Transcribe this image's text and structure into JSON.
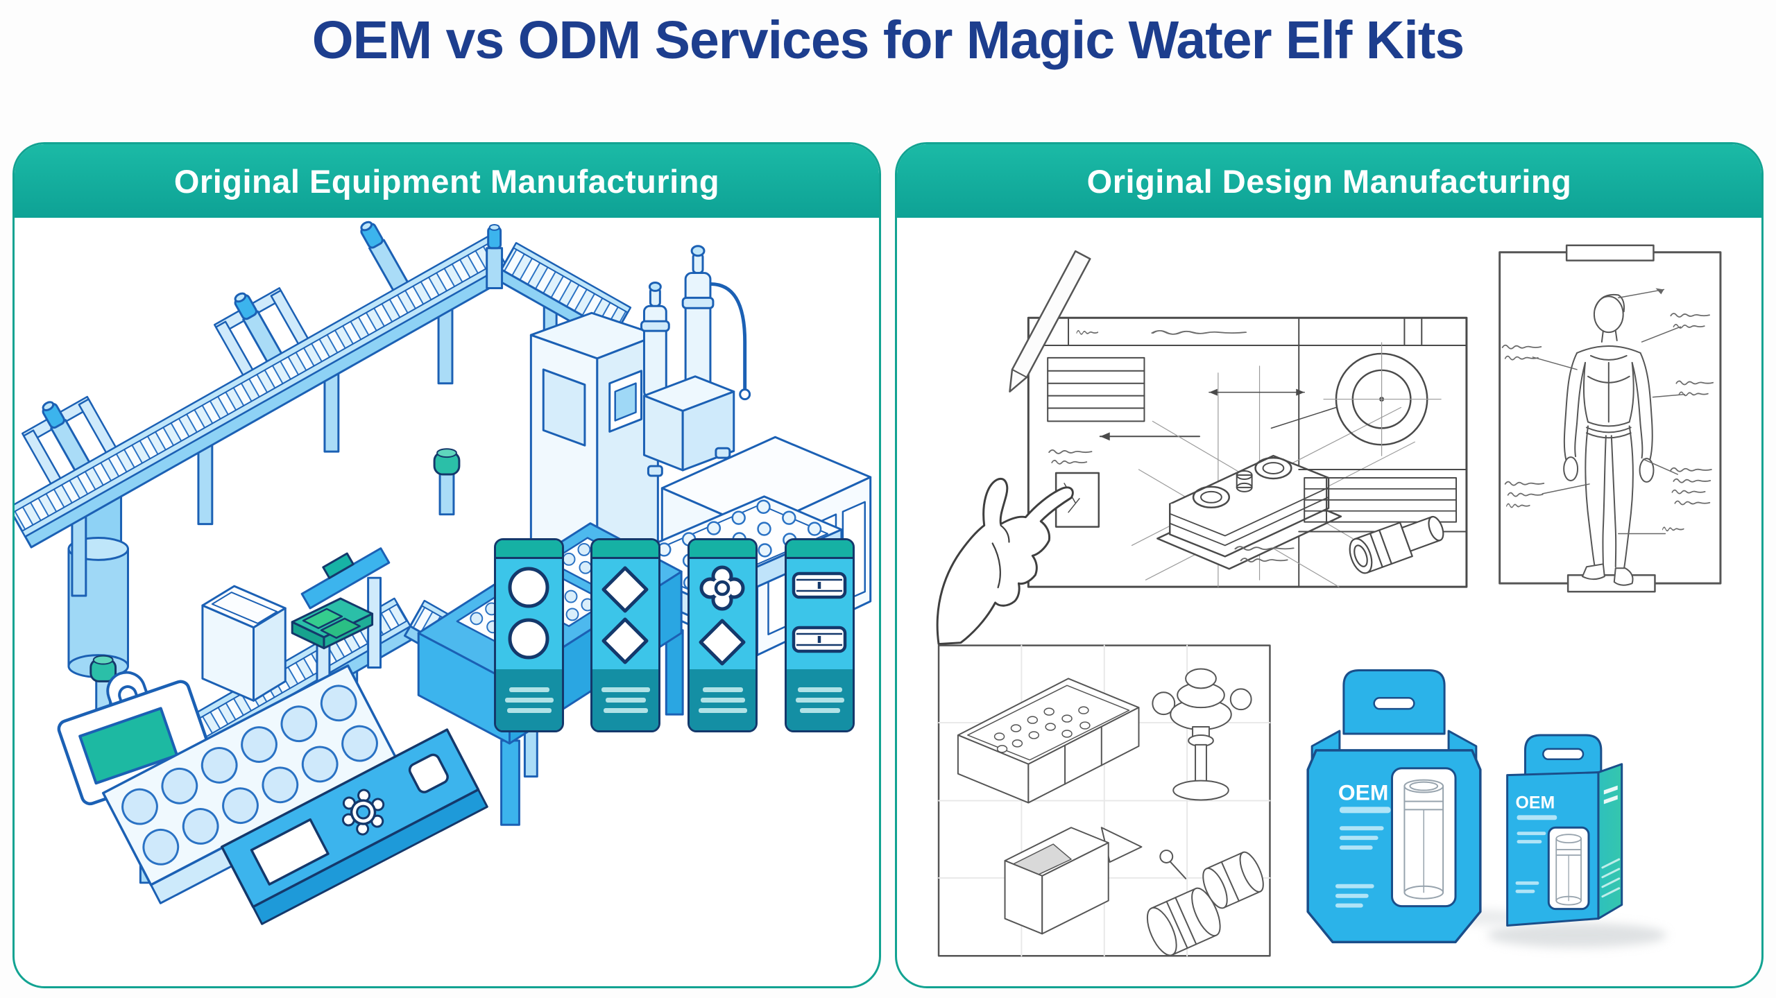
{
  "title": "OEM vs ODM Services for Magic Water Elf Kits",
  "left_panel": {
    "header": "Original Equipment Manufacturing",
    "illustration": "isometric factory assembly line in blue line-art",
    "elements": [
      "storage-tank",
      "upper-conveyor-belt",
      "bottle-dispenser-stations",
      "gantry-frames",
      "lower-conveyor-belt",
      "white-carton-box",
      "green-mold-tray",
      "teal-capped-dispensers",
      "filling-machine-cabinet",
      "piston-filler-unit",
      "crate-table",
      "egg-mold-tray-table",
      "blue-table-with-three-trays",
      "sample-briefcase",
      "twelve-cavity-mold-tray",
      "blue-mold-plate"
    ],
    "cards": [
      {
        "name": "package-card-1",
        "icon": "two-circles",
        "caption": "(illegible small print, 3 lines)"
      },
      {
        "name": "package-card-2",
        "icon": "two-diamonds",
        "caption": "(illegible small print, 3 lines)"
      },
      {
        "name": "package-card-3",
        "icon": "flower-and-diamond",
        "caption": "(illegible small print, 3 lines)"
      },
      {
        "name": "package-card-4",
        "icon": "two-slots",
        "caption": "(illegible small print, 3 lines)"
      }
    ]
  },
  "right_panel": {
    "header": "Original Design Manufacturing",
    "illustration": "design/sketch phase line-art with packaging mockups",
    "elements": [
      "hand-pointing-at-blueprint",
      "pencil",
      "technical-drawing-sheet",
      "character-design-sheet",
      "concept-sketch-grid",
      "oem-packaging-boxes"
    ],
    "boxes": [
      {
        "brand": "OEM",
        "type": "die-cut carton with product window"
      },
      {
        "brand": "OEM",
        "type": "hang-tab retail box with product window"
      }
    ],
    "annotations": "illegible handwritten notes on sheets"
  },
  "colors": {
    "title_navy": "#1d3e8e",
    "header_teal": "#14b2a0",
    "panel_border": "#12a392",
    "line_blue": "#1b60b4",
    "bright_blue": "#3cb4ed",
    "card_cyan": "#3cc5e9",
    "card_footer_teal": "#148fa4",
    "box_blue": "#2bb3e9",
    "accent_green": "#31c981",
    "sketch_gray": "#555555"
  }
}
